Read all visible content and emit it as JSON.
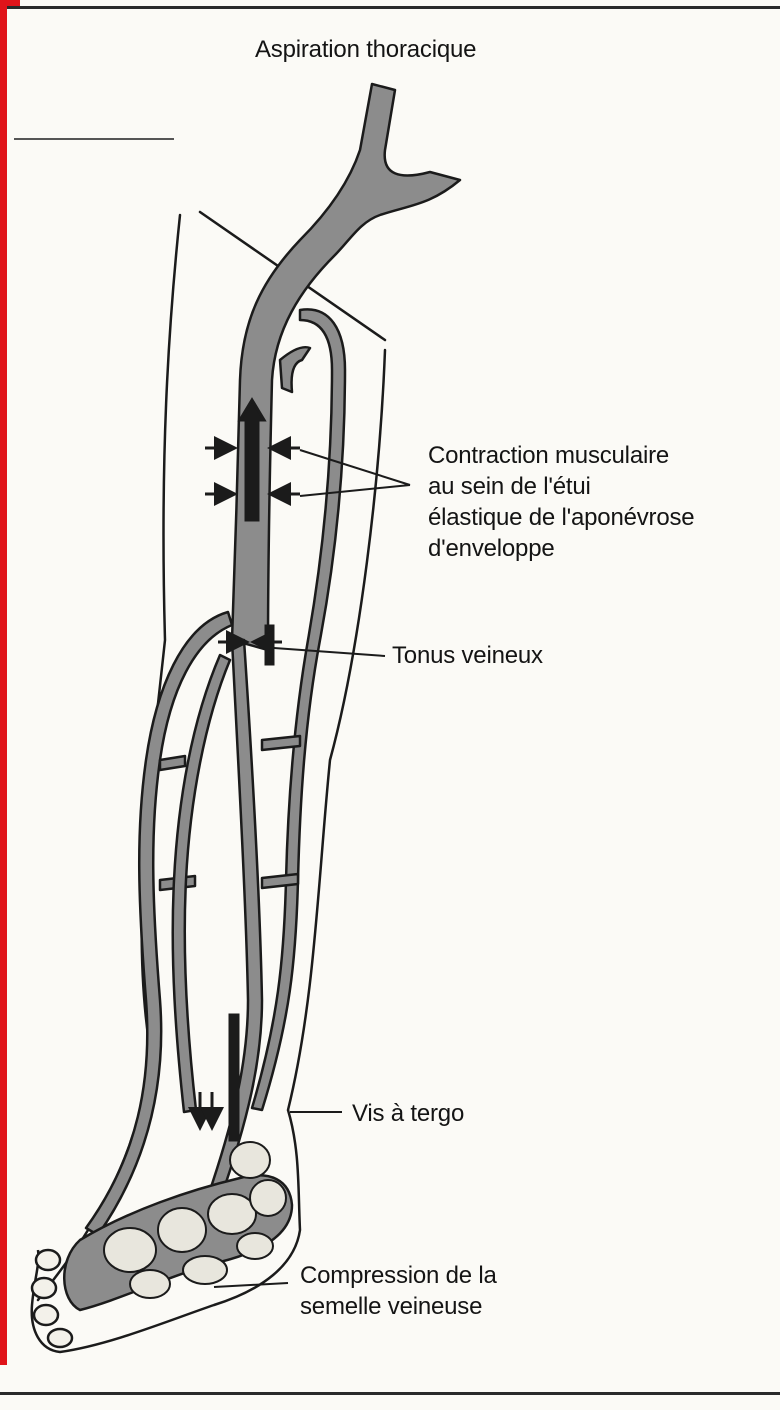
{
  "labels": {
    "aspiration": "Aspiration thoracique",
    "contraction": [
      "Contraction musculaire",
      "au sein de l'étui",
      "élastique de l'aponévrose",
      "d'enveloppe"
    ],
    "tonus": "Tonus veineux",
    "vis_a_tergo": "Vis à tergo",
    "compression": [
      "Compression de la",
      "semelle veineuse"
    ]
  },
  "colors": {
    "vein_fill": "#8c8c8c",
    "outline": "#1b1b1b",
    "frame_accent": "#e0141a"
  }
}
